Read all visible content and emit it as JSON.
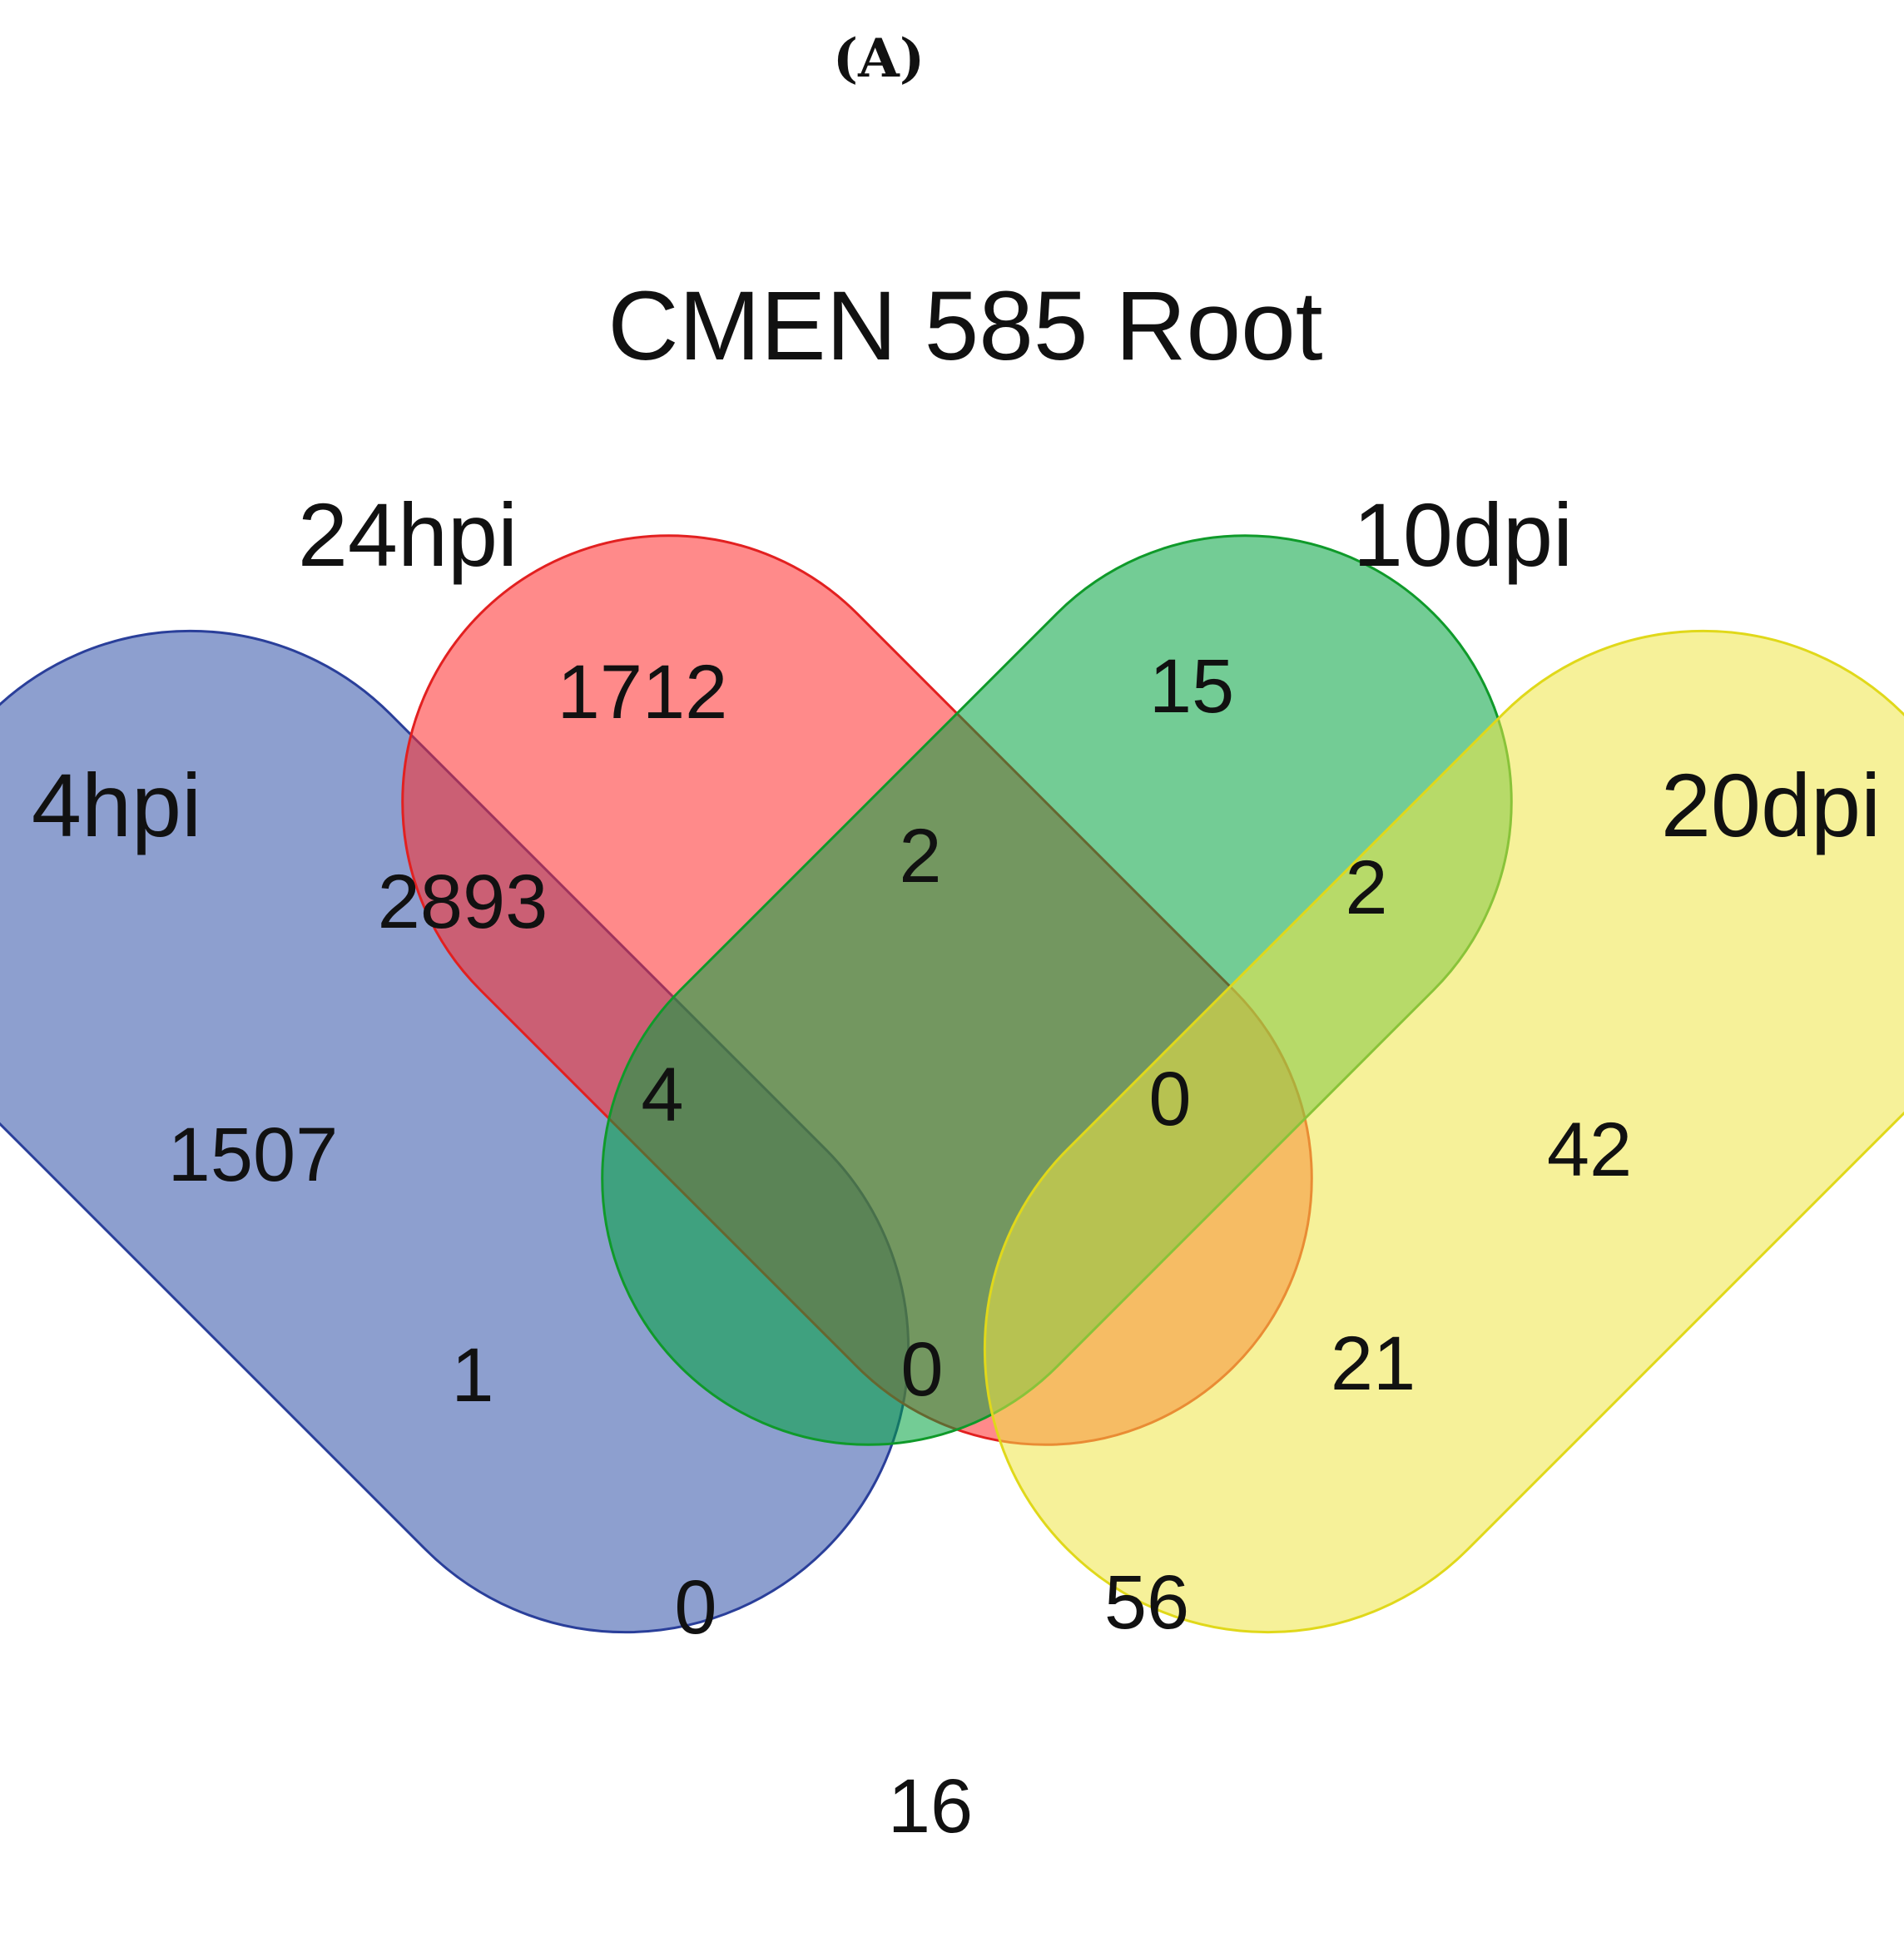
{
  "panel_label": "(A)",
  "chart_data": {
    "type": "venn",
    "title": "CMEN 585 Root",
    "sets": [
      {
        "id": "h4",
        "name": "4hpi",
        "fill": "#2f50a8",
        "stroke": "#2a3f9a"
      },
      {
        "id": "h24",
        "name": "24hpi",
        "fill": "#ff2a2a",
        "stroke": "#e22020"
      },
      {
        "id": "d10",
        "name": "10dpi",
        "fill": "#00a23e",
        "stroke": "#0f9a2a"
      },
      {
        "id": "d20",
        "name": "20dpi",
        "fill": "#efe545",
        "stroke": "#e0d81a"
      }
    ],
    "regions": [
      {
        "sets": [
          "24hpi"
        ],
        "value": "1712"
      },
      {
        "sets": [
          "10dpi"
        ],
        "value": "15"
      },
      {
        "sets": [
          "4hpi",
          "24hpi"
        ],
        "value": "2893"
      },
      {
        "sets": [
          "24hpi",
          "10dpi"
        ],
        "value": "2"
      },
      {
        "sets": [
          "10dpi",
          "20dpi"
        ],
        "value": "2"
      },
      {
        "sets": [
          "4hpi"
        ],
        "value": "1507"
      },
      {
        "sets": [
          "4hpi",
          "24hpi",
          "10dpi"
        ],
        "value": "4"
      },
      {
        "sets": [
          "24hpi",
          "10dpi",
          "20dpi"
        ],
        "value": "0"
      },
      {
        "sets": [
          "20dpi"
        ],
        "value": "42"
      },
      {
        "sets": [
          "4hpi",
          "10dpi"
        ],
        "value": "1"
      },
      {
        "sets": [
          "4hpi",
          "24hpi",
          "10dpi",
          "20dpi"
        ],
        "value": "0"
      },
      {
        "sets": [
          "24hpi",
          "20dpi"
        ],
        "value": "21"
      },
      {
        "sets": [
          "4hpi",
          "10dpi",
          "20dpi"
        ],
        "value": "0"
      },
      {
        "sets": [
          "4hpi",
          "24hpi",
          "20dpi"
        ],
        "value": "56"
      },
      {
        "sets": [
          "4hpi",
          "20dpi"
        ],
        "value": "16"
      }
    ]
  }
}
